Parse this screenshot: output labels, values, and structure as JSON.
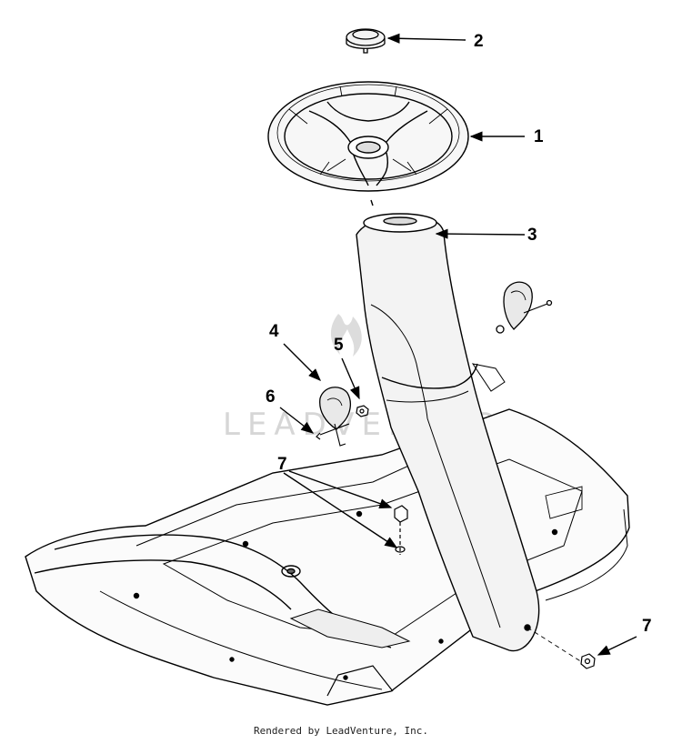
{
  "diagram": {
    "callouts": [
      {
        "id": "label-2",
        "text": "2"
      },
      {
        "id": "label-1",
        "text": "1"
      },
      {
        "id": "label-3",
        "text": "3"
      },
      {
        "id": "label-4",
        "text": "4"
      },
      {
        "id": "label-5",
        "text": "5"
      },
      {
        "id": "label-6",
        "text": "6"
      },
      {
        "id": "label-7a",
        "text": "7"
      },
      {
        "id": "label-7b",
        "text": "7"
      }
    ],
    "watermark_text": "LEADVENTURE",
    "line_color": "#000000",
    "watermark_color": "#d6d6d6"
  },
  "footer": {
    "text": "Rendered by LeadVenture, Inc."
  }
}
